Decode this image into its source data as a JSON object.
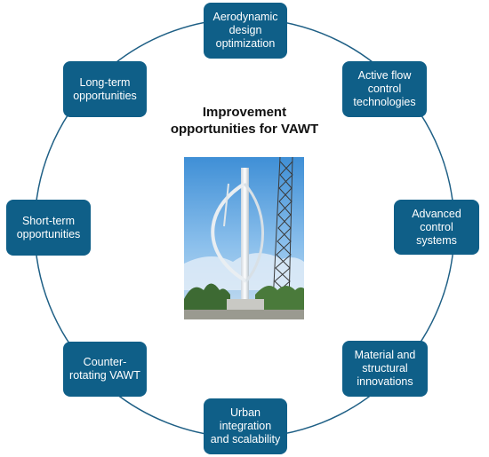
{
  "title": "Improvement\nopportunities for VAWT",
  "nodes": {
    "aero": "Aerodynamic\ndesign\noptimization",
    "afc": "Active flow\ncontrol\ntechnologies",
    "acs": "Advanced\ncontrol\nsystems",
    "mat": "Material and\nstructural\ninnovations",
    "urban": "Urban\nintegration\nand scalability",
    "counter": "Counter-\nrotating VAWT",
    "short": "Short-term\nopportunities",
    "long": "Long-term\nopportunities"
  },
  "colors": {
    "node_fill": "#0f5f88",
    "ring_stroke": "#1e5f85"
  },
  "image": "vertical-axis-wind-turbine-photo"
}
